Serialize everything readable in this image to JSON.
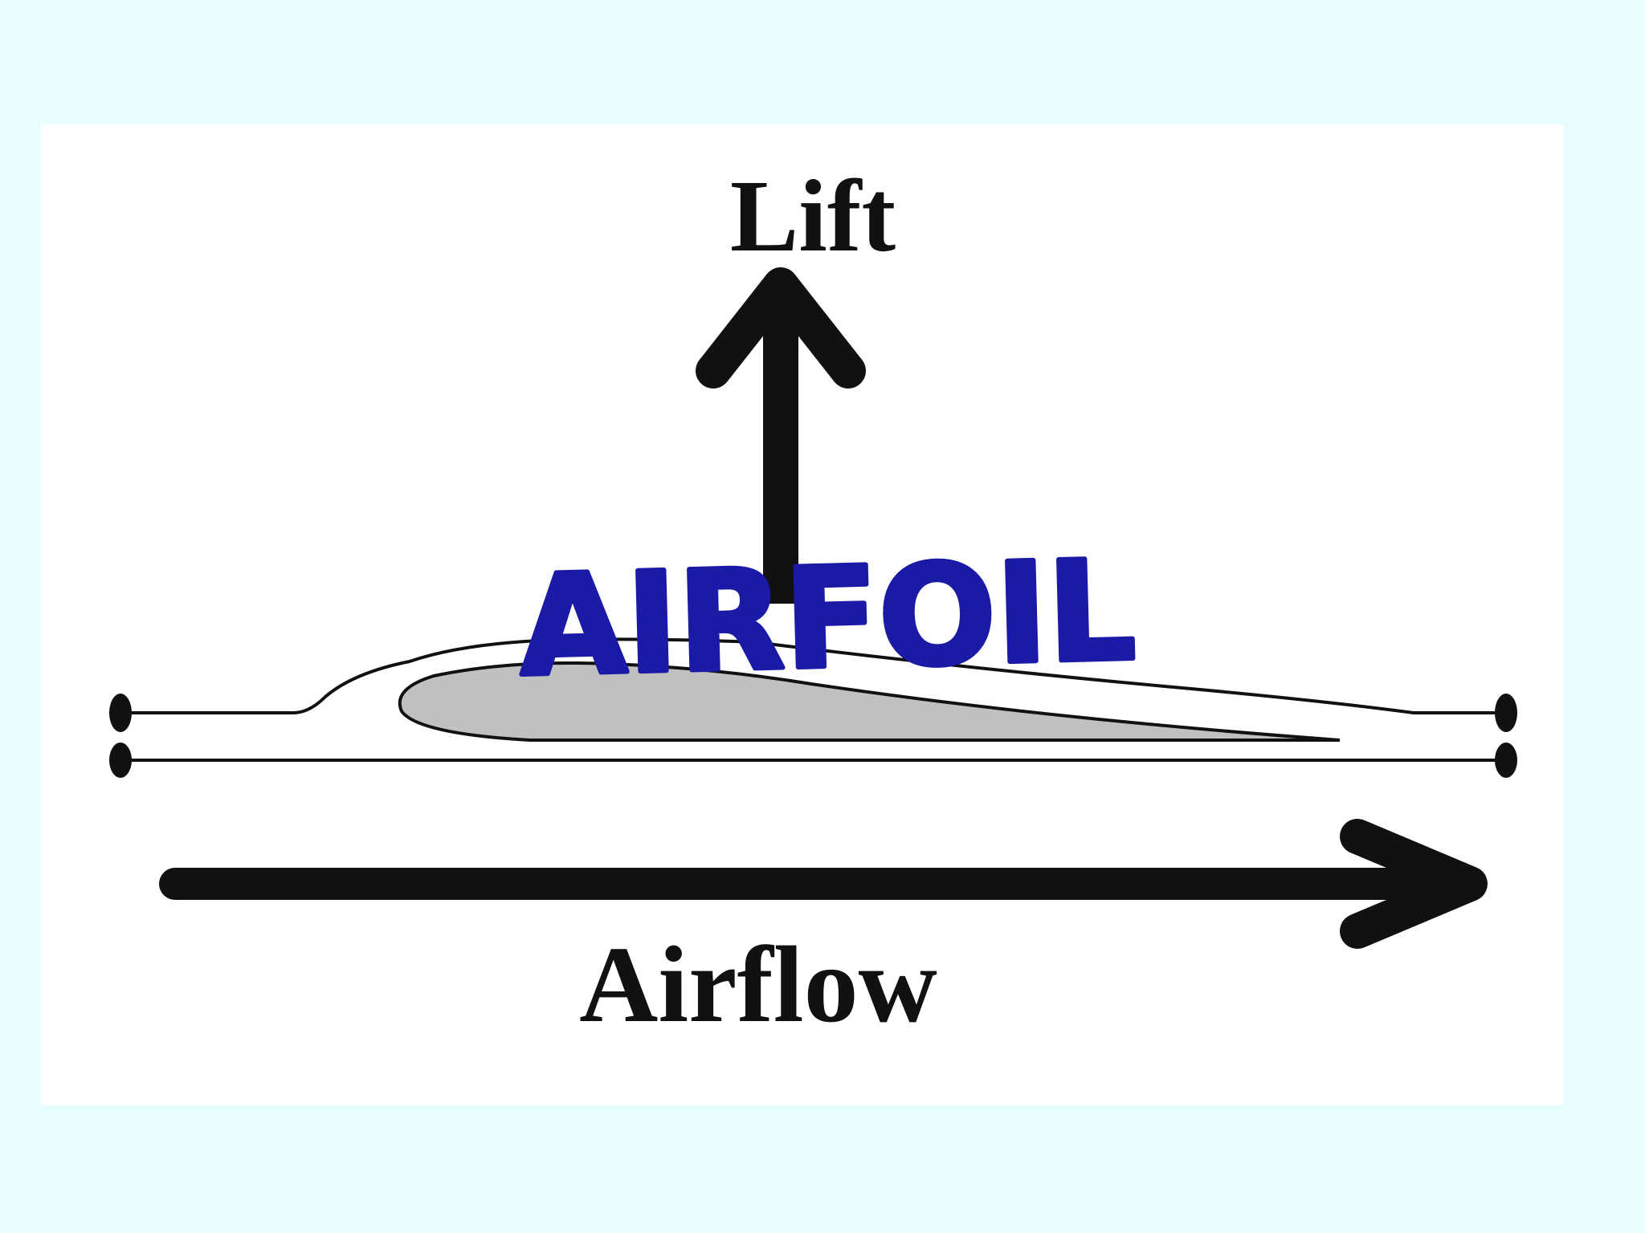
{
  "labels": {
    "lift": "Lift",
    "airflow": "Airflow",
    "title": "AIRFOIL"
  },
  "colors": {
    "background": "#e8fdfd",
    "panel": "#ffffff",
    "ink": "#111111",
    "airfoil_fill": "#c0c0c0",
    "title": "#1a1aa6"
  }
}
